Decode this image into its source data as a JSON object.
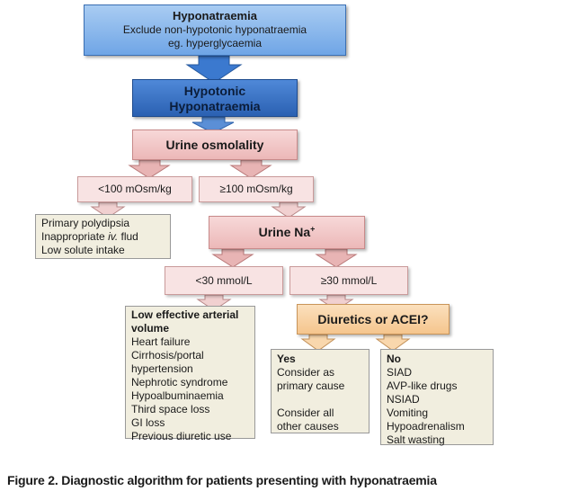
{
  "top_box": {
    "title": "Hyponatraemia",
    "line2": "Exclude non-hypotonic hyponatraemia",
    "line3": "eg. hyperglycaemia"
  },
  "hypotonic_box": {
    "line1": "Hypotonic",
    "line2": "Hyponatraemia"
  },
  "urine_osmolality": "Urine osmolality",
  "osm_low": "<100 mOsm/kg",
  "osm_high": "≥100 mOsm/kg",
  "low_osm_causes": [
    "Primary polydipsia",
    "Inappropriate ",
    "iv.",
    " flud",
    "Low solute intake"
  ],
  "urine_na": {
    "text": "Urine Na",
    "sup": "+"
  },
  "na_low": "<30 mmol/L",
  "na_high": "≥30 mmol/L",
  "low_effective": {
    "heading1": "Low effective arterial",
    "heading2": "volume",
    "items": [
      "Heart failure",
      "Cirrhosis/portal",
      "hypertension",
      "Nephrotic syndrome",
      "Hypoalbuminaemia",
      "Third space loss",
      "GI loss",
      "Previous diuretic use"
    ]
  },
  "diuretics": "Diuretics or ACEI?",
  "yes_box": {
    "heading": "Yes",
    "items": [
      "Consider as",
      "primary cause",
      "",
      "Consider all",
      "other causes"
    ]
  },
  "no_box": {
    "heading": "No",
    "items": [
      "SIAD",
      "AVP-like drugs",
      "NSIAD",
      "Vomiting",
      "Hypoadrenalism",
      "Salt wasting"
    ]
  },
  "caption": "Figure 2. Diagnostic algorithm for patients presenting with hyponatraemia",
  "colors": {
    "blue_light": "#8bb8ec",
    "blue_dark": "#3a74c8",
    "pink": "#f0c4c4",
    "beige": "#f1eedf",
    "orange": "#f8d3a4"
  }
}
